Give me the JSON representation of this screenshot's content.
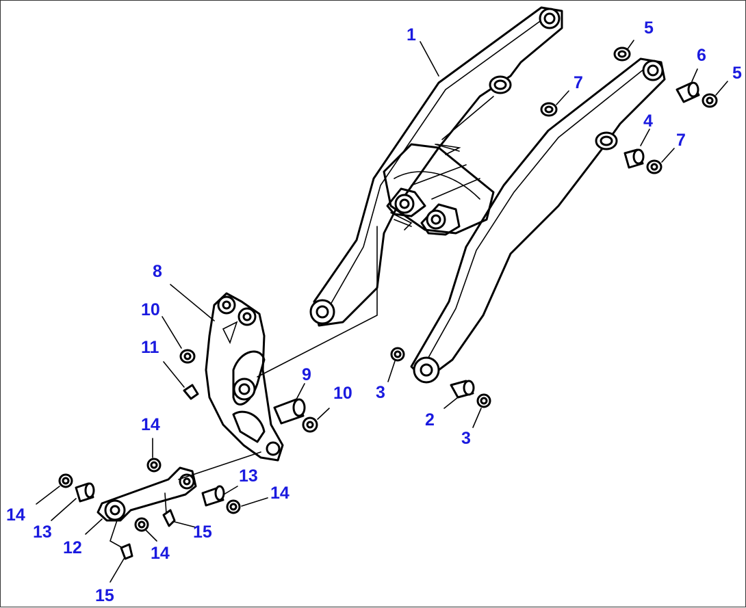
{
  "diagram": {
    "labels": {
      "c1": "1",
      "c2": "2",
      "c3a": "3",
      "c3b": "3",
      "c4": "4",
      "c5a": "5",
      "c5b": "5",
      "c6": "6",
      "c7a": "7",
      "c7b": "7",
      "c8": "8",
      "c9": "9",
      "c10a": "10",
      "c10b": "10",
      "c11": "11",
      "c12": "12",
      "c13a": "13",
      "c13b": "13",
      "c14a": "14",
      "c14b": "14",
      "c14c": "14",
      "c14d": "14",
      "c15a": "15",
      "c15b": "15"
    },
    "colors": {
      "callout": "#1a1adf",
      "line": "#000000",
      "background": "#ffffff"
    }
  }
}
